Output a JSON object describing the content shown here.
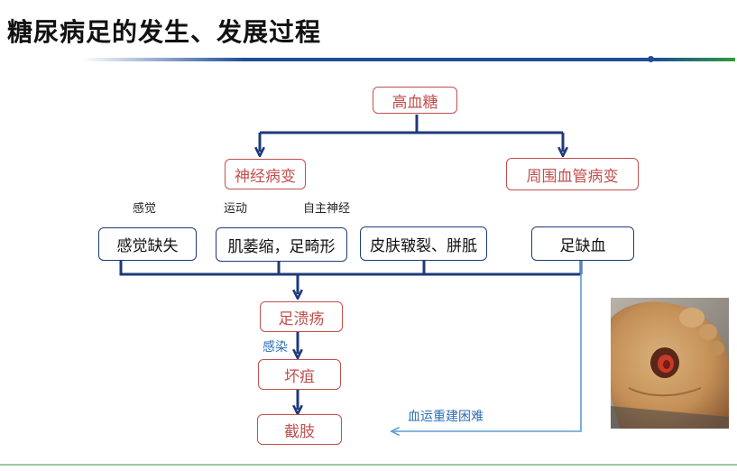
{
  "header": {
    "title": "糖尿病足的发生、发展过程"
  },
  "flow": {
    "top": "高血糖",
    "neuro": "神经病变",
    "vascular": "周围血管病变",
    "subtype_labels": {
      "sensory": "感觉",
      "motor": "运动",
      "autonomic": "自主神经"
    },
    "sensory_loss": "感觉缺失",
    "muscle": "肌萎缩，足畸形",
    "skin": "皮肤皲裂、胼胝",
    "ischemia": "足缺血",
    "ulcer": "足溃疡",
    "infection": "感染",
    "gangrene": "坏疽",
    "amputation": "截肢",
    "revasc_note": "血运重建困难"
  },
  "colors": {
    "flow_box_red": "#c0504d",
    "flow_box_blue": "#1f3a7a",
    "arrow": "#1f3a7a",
    "note_blue": "#2e6fb8"
  }
}
